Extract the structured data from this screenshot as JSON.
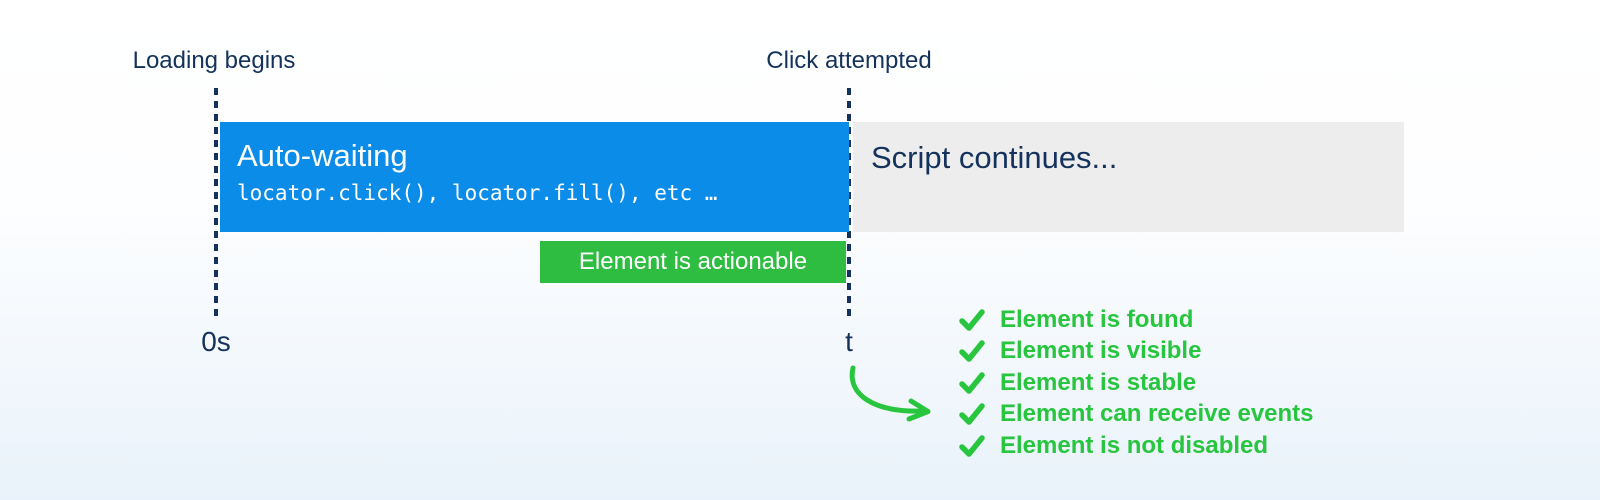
{
  "palette": {
    "navy": "#14325b",
    "blue": "#0b8ce8",
    "grayBar": "#ededed",
    "badgeGreen": "#2ebd41",
    "checkGreen": "#28c53f",
    "bgBottom": "#e9f2fa"
  },
  "markers": {
    "start": {
      "title": "Loading begins",
      "time": "0s"
    },
    "end": {
      "title": "Click attempted",
      "time": "t"
    }
  },
  "bars": {
    "auto_waiting": {
      "title": "Auto-waiting",
      "code": "locator.click(), locator.fill(), etc …"
    },
    "script": {
      "title": "Script continues..."
    }
  },
  "badge": {
    "label": "Element is actionable"
  },
  "checklist": [
    "Element is found",
    "Element is visible",
    "Element is stable",
    "Element can receive events",
    "Element is not disabled"
  ]
}
